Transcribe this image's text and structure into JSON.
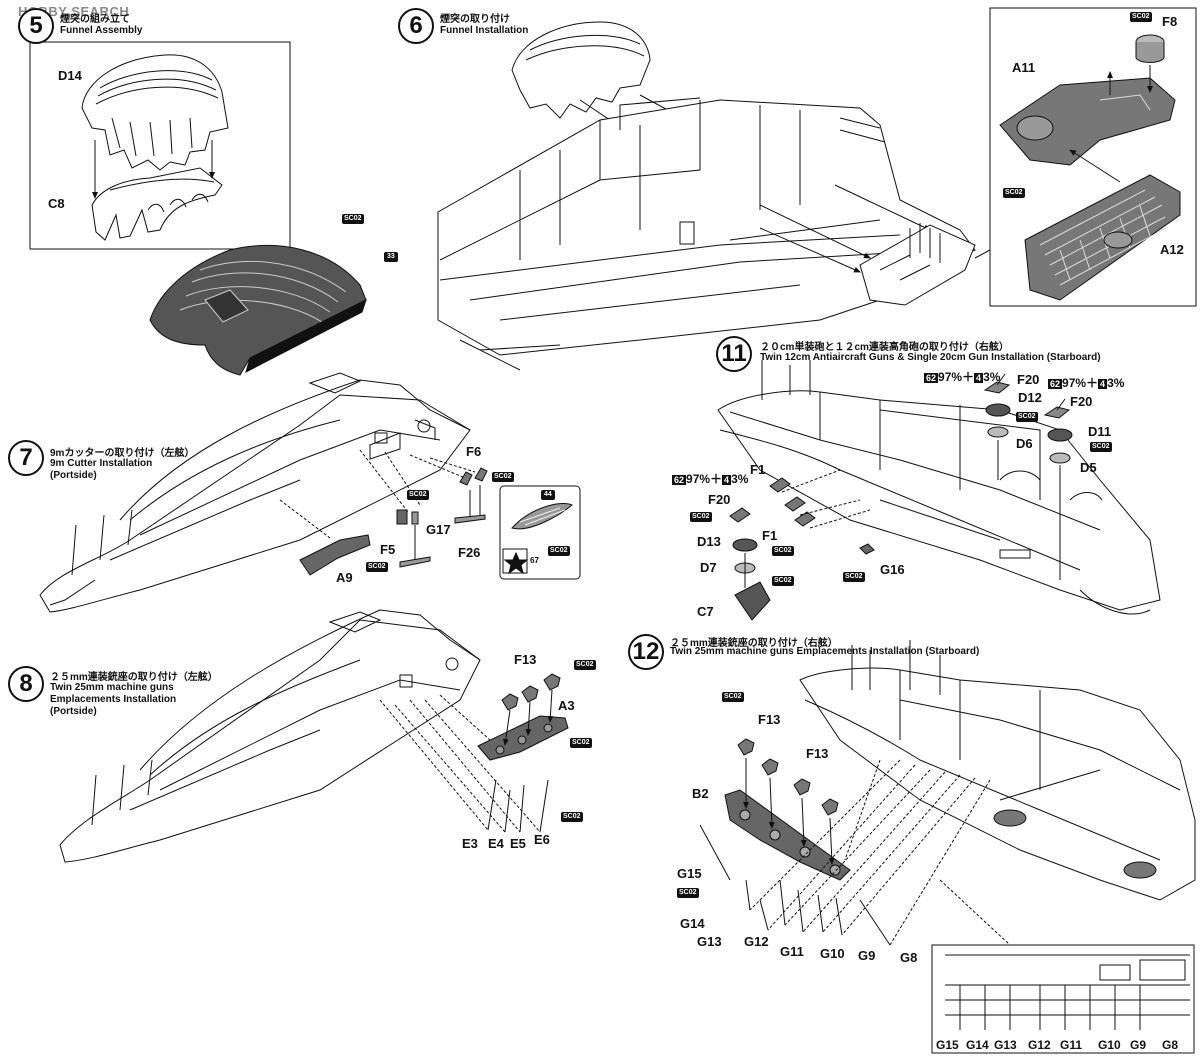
{
  "watermark": "HOBBY SEARCH",
  "steps": [
    {
      "num": "5",
      "jp": "煙突の組み立て",
      "en": "Funnel Assembly"
    },
    {
      "num": "6",
      "jp": "煙突の取り付け",
      "en": "Funnel Installation"
    },
    {
      "num": "7",
      "jp": "9mカッターの取り付け（左舷）",
      "en": "9m Cutter Installation",
      "en2": "(Portside)"
    },
    {
      "num": "8",
      "jp": "２５mm連装銃座の取り付け（左舷）",
      "en": "Twin 25mm machine guns",
      "en2": "Emplacements Installation",
      "en3": "(Portside)"
    },
    {
      "num": "11",
      "jp": "２０cm単装砲と１２cm連装高角砲の取り付け（右舷）",
      "en": "Twin 12cm Antiaircraft Guns & Single 20cm Gun Installation (Starboard)"
    },
    {
      "num": "12",
      "jp": "２５mm連装銃座の取り付け（右舷）",
      "en": "Twin 25mm machine guns Emplacements Installation (Starboard)"
    }
  ],
  "parts": {
    "d14": "D14",
    "c8": "C8",
    "a11": "A11",
    "f8": "F8",
    "a12": "A12",
    "f6": "F6",
    "f5": "F5",
    "g17": "G17",
    "f26": "F26",
    "a9": "A9",
    "f13a": "F13",
    "a3": "A3",
    "e3": "E3",
    "e4": "E4",
    "e5": "E5",
    "e6": "E6",
    "f20a": "F20",
    "d12": "D12",
    "d6": "D6",
    "f20b": "F20",
    "d11": "D11",
    "d5": "D5",
    "f1a": "F1",
    "f20c": "F20",
    "f1b": "F1",
    "d13": "D13",
    "d7": "D7",
    "c7": "C7",
    "g16": "G16",
    "f13b": "F13",
    "f13c": "F13",
    "b2": "B2",
    "g15": "G15",
    "g14": "G14",
    "g13": "G13",
    "g12": "G12",
    "g11": "G11",
    "g10": "G10",
    "g9": "G9",
    "g8": "G8"
  },
  "sc_label": "SC02",
  "paint_numbers": {
    "n33": "33",
    "n44": "44",
    "n67": "67"
  },
  "paint_mix": {
    "pct1": "97%＋",
    "pct2": "3%",
    "c1": "62",
    "c2": "4"
  },
  "inset_labels": [
    "G15",
    "G14",
    "G13",
    "G12",
    "G11",
    "G10",
    "G9",
    "G8"
  ],
  "colors": {
    "ink": "#111111",
    "shade": "#4a4a4a",
    "mid": "#8a8a8a",
    "light": "#cfcfcf",
    "paper": "#ffffff"
  }
}
